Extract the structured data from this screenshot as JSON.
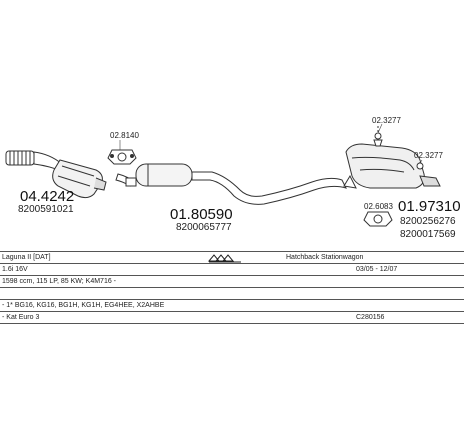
{
  "parts": {
    "front_pipe": {
      "number": "04.4242",
      "oem": [
        "8200591021"
      ]
    },
    "middle_silencer": {
      "number": "01.80590",
      "oem": [
        "8200065777"
      ]
    },
    "rear_silencer": {
      "number": "01.97310",
      "oem": [
        "8200256276",
        "8200017569"
      ]
    },
    "gasket": {
      "number": "02.8140"
    },
    "clamp": {
      "number": "02.6083"
    },
    "hanger_a": {
      "number": "02.3277"
    },
    "hanger_b": {
      "number": "02.3277"
    }
  },
  "vehicle": {
    "model": "Laguna II [DAT]",
    "body": "Hatchback Stationwagon",
    "engine": "1.6i 16V",
    "years": "03/05 - 12/07",
    "specs": "1598 ccm, 115 LP, 85 KW; K4M716 -",
    "codes": "- 1* BG16, KG16, BG1H, KG1H, EG4HEE, X2AHBE",
    "emission": "- Kat Euro 3",
    "catalog": "C280156"
  }
}
